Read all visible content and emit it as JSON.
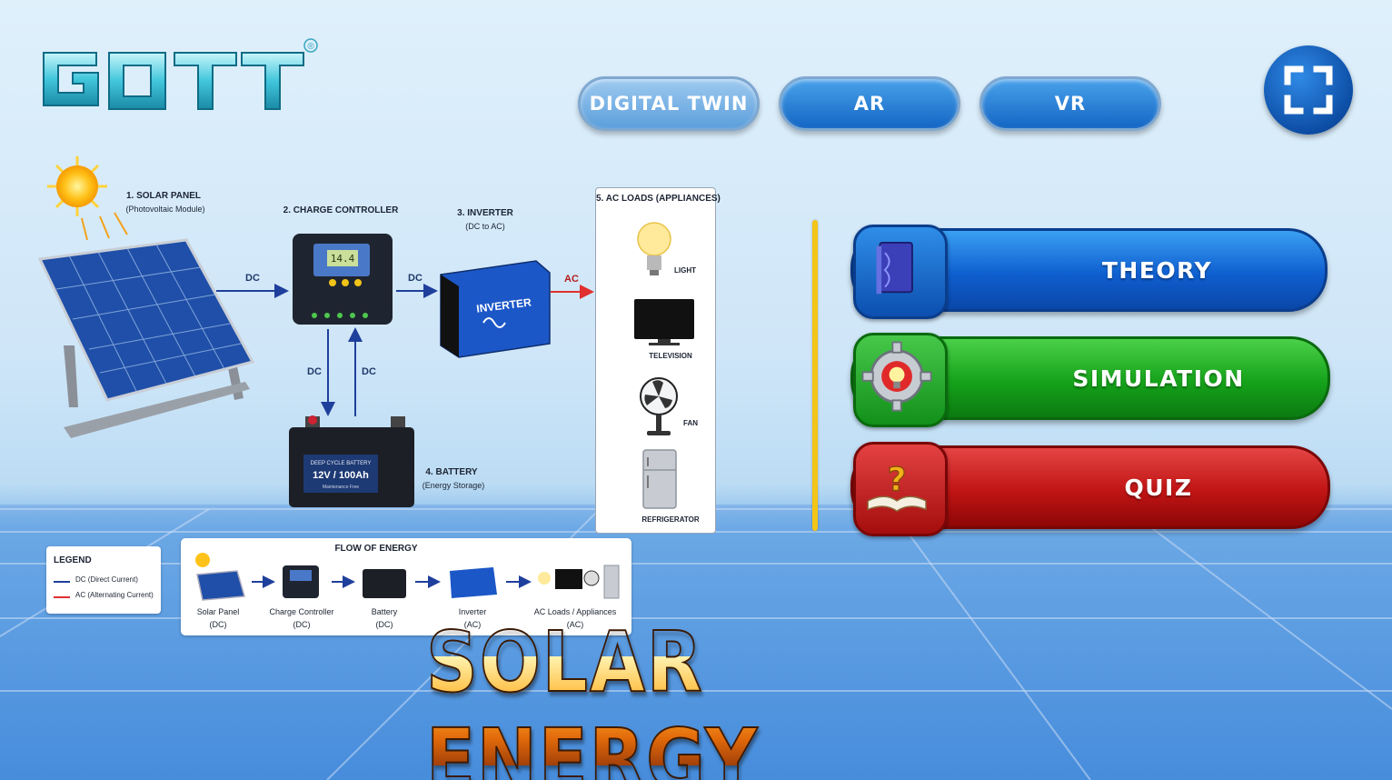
{
  "brand": {
    "logo_text": "GOTT",
    "registered_mark": "®"
  },
  "mode_tabs": [
    {
      "label": "DIGITAL TWIN",
      "active": true
    },
    {
      "label": "AR",
      "active": false
    },
    {
      "label": "VR",
      "active": false
    }
  ],
  "fullscreen_icon": "fullscreen-icon",
  "diagram": {
    "solar_panel": {
      "title": "1. SOLAR PANEL",
      "subtitle": "(Photovoltaic Module)"
    },
    "charge_controller": {
      "title": "2. CHARGE CONTROLLER",
      "display": "14.4"
    },
    "inverter": {
      "title": "3. INVERTER",
      "subtitle": "(DC to AC)",
      "device_label": "INVERTER"
    },
    "battery": {
      "title": "4. BATTERY",
      "subtitle": "(Energy Storage)",
      "top_text": "DEEP CYCLE BATTERY",
      "rating": "12V / 100Ah",
      "small_text": "Maintenance Free"
    },
    "ac_loads": {
      "title": "5. AC LOADS (APPLIANCES)",
      "items": [
        {
          "label": "LIGHT",
          "icon": "bulb-icon"
        },
        {
          "label": "TELEVISION",
          "icon": "tv-icon"
        },
        {
          "label": "FAN",
          "icon": "fan-icon"
        },
        {
          "label": "REFRIGERATOR",
          "icon": "fridge-icon"
        }
      ]
    },
    "flow_labels": {
      "dc": "DC",
      "ac": "AC"
    },
    "legend": {
      "title": "LEGEND",
      "dc": "DC (Direct Current)",
      "ac": "AC (Alternating Current)",
      "dc_color": "#1f3f9c",
      "ac_color": "#e03030"
    },
    "flow_of_energy": {
      "title": "FLOW OF ENERGY",
      "steps": [
        {
          "name": "Solar Panel",
          "type": "(DC)"
        },
        {
          "name": "Charge Controller",
          "type": "(DC)"
        },
        {
          "name": "Battery",
          "type": "(DC)"
        },
        {
          "name": "Inverter",
          "type": "(AC)"
        },
        {
          "name": "AC Loads / Appliances",
          "type": "(AC)"
        }
      ]
    }
  },
  "menu": [
    {
      "label": "THEORY",
      "icon": "book-icon",
      "color": "#1466d4"
    },
    {
      "label": "SIMULATION",
      "icon": "gear-bulb-icon",
      "color": "#15a21a"
    },
    {
      "label": "QUIZ",
      "icon": "question-book-icon",
      "color": "#c11414"
    }
  ],
  "page_title": "SOLAR ENERGY",
  "colors": {
    "accent_divider": "#f3c518",
    "dc_arrow": "#1f3f9c",
    "ac_arrow": "#e03030"
  }
}
